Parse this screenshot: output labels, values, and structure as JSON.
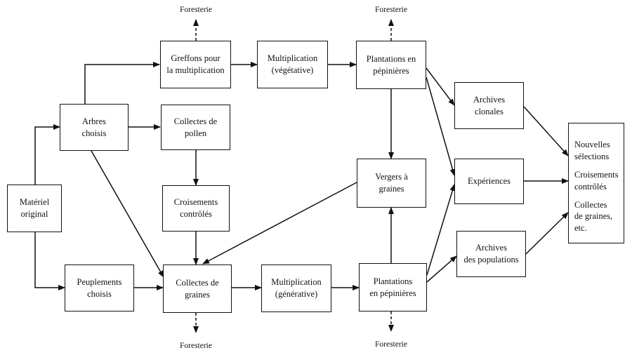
{
  "boxes": {
    "materiel": "Matériel\noriginal",
    "arbres": "Arbres\nchoisis",
    "peuplements": "Peuplements\nchoisis",
    "greffons": "Greffons pour\nla multiplication",
    "pollen": "Collectes de\npollen",
    "croisements": "Croisements\ncontrôlés",
    "collectes_graines": "Collectes de\ngraines",
    "mult_veg": "Multiplication\n(végétative)",
    "mult_gen": "Multiplication\n(générative)",
    "plant_top": "Plantations en\npépinières",
    "vergers": "Vergers à\ngraines",
    "plant_bottom": "Plantations\nen pépinières",
    "archives_clonales": "Archives\nclonales",
    "experiences": "Expériences",
    "archives_pop": "Archives\ndes populations"
  },
  "output": {
    "line1": "Nouvelles\nsélections",
    "line2": "Croisements\ncontrôlés",
    "line3": "Collectes\nde graines,\netc."
  },
  "forestry": {
    "top_left": "Foresterie",
    "top_right": "Foresterie",
    "bottom_left": "Foresterie",
    "bottom_right": "Foresterie"
  }
}
